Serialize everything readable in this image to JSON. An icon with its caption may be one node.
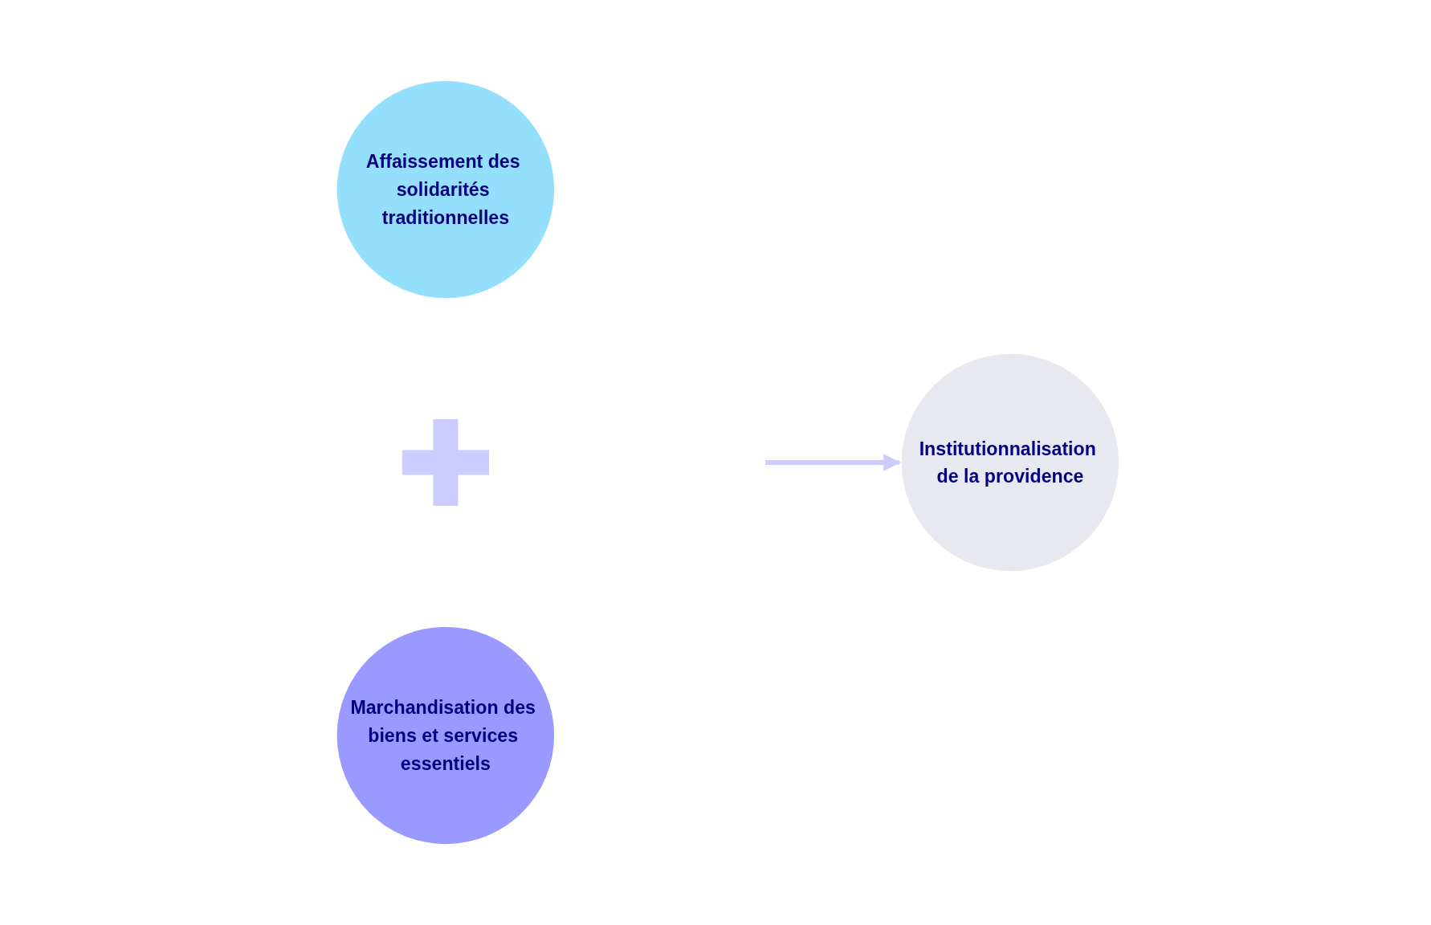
{
  "diagram": {
    "nodes": [
      {
        "text": [
          "Affaissement des solidarités traditionnelles"
        ]
      },
      {
        "text": [],
        "shape": "cross"
      },
      {
        "text": [
          "Marchandisation des biens et services essentiels"
        ]
      },
      {
        "text": [
          "Institutionnalisation de la providence"
        ]
      }
    ],
    "edges": [
      {
        "from": null,
        "to": 3,
        "arrow": "to"
      }
    ]
  }
}
